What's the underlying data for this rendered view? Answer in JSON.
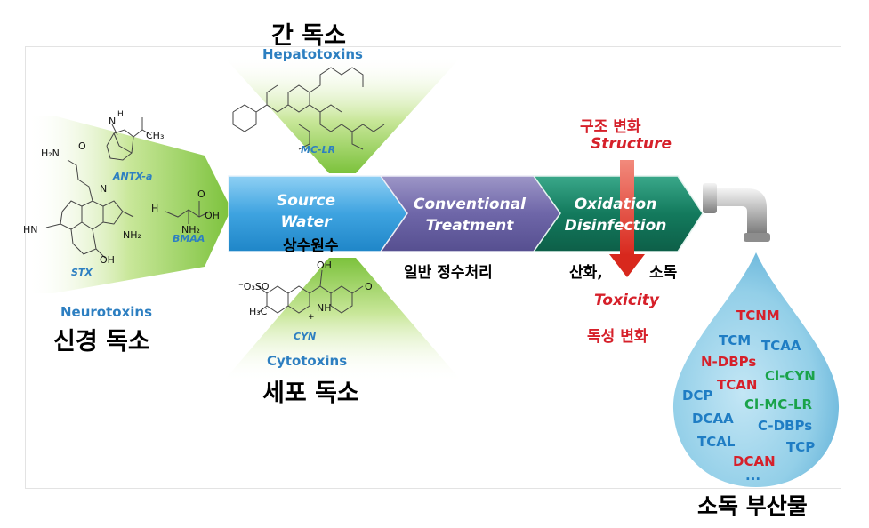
{
  "hepatotoxins": {
    "title_kr": "간 독소",
    "title_en": "Hepatotoxins",
    "molecule": "MC-LR"
  },
  "neurotoxins": {
    "title_en": "Neurotoxins",
    "title_kr": "신경 독소",
    "molecules": [
      "ANTX-a",
      "STX",
      "BMAA"
    ]
  },
  "cytotoxins": {
    "title_en": "Cytotoxins",
    "title_kr": "세포 독소",
    "molecule": "CYN"
  },
  "steps": [
    {
      "line1": "Source",
      "line2": "Water",
      "label_kr": "상수원수"
    },
    {
      "line1": "Conventional",
      "line2": "Treatment",
      "label_kr": "일반 정수처리"
    },
    {
      "line1": "Oxidation",
      "line2": "Disinfection",
      "label_kr_left": "산화,",
      "label_kr_right": "소독"
    }
  ],
  "structure": {
    "kr": "구조 변화",
    "en": "Structure"
  },
  "toxicity": {
    "en": "Toxicity",
    "kr": "독성 변화"
  },
  "atoms": {
    "h2n": "H₂N",
    "o": "O",
    "nh": "N",
    "h": "H",
    "ch3": "CH₃",
    "hn": "HN",
    "nh2": "NH₂",
    "oh": "OH",
    "n": "N",
    "hn_stx": "HN",
    "h2n_stx": "H₂N",
    "nh_stx": "N",
    "nh2_stx": "NH₂",
    "oh_stx": "OH",
    "h_bmaa": "H",
    "nh2_bmaa": "NH₂",
    "o_bmaa": "O",
    "oh_bmaa": "OH",
    "so3": "⁻O₃SO",
    "h3c": "H₃C",
    "oh_cyn": "OH",
    "nh_cyn": "NH",
    "o_cyn": "O",
    "plus": "+"
  },
  "dbps": {
    "title_kr": "소독 부산물",
    "items": [
      {
        "text": "TCNM",
        "color": "red"
      },
      {
        "text": "TCM",
        "color": "blue"
      },
      {
        "text": "TCAA",
        "color": "blue"
      },
      {
        "text": "N-DBPs",
        "color": "red"
      },
      {
        "text": "Cl-CYN",
        "color": "green"
      },
      {
        "text": "DCP",
        "color": "blue"
      },
      {
        "text": "TCAN",
        "color": "red"
      },
      {
        "text": "Cl-MC-LR",
        "color": "green"
      },
      {
        "text": "DCAA",
        "color": "blue"
      },
      {
        "text": "C-DBPs",
        "color": "blue"
      },
      {
        "text": "TCAL",
        "color": "blue"
      },
      {
        "text": "TCP",
        "color": "blue"
      },
      {
        "text": "DCAN",
        "color": "red"
      },
      {
        "text": "...",
        "color": "blue"
      }
    ]
  },
  "colors": {
    "red": "#d6202a",
    "blue": "#1f7dc4",
    "green": "#1aa34a"
  }
}
